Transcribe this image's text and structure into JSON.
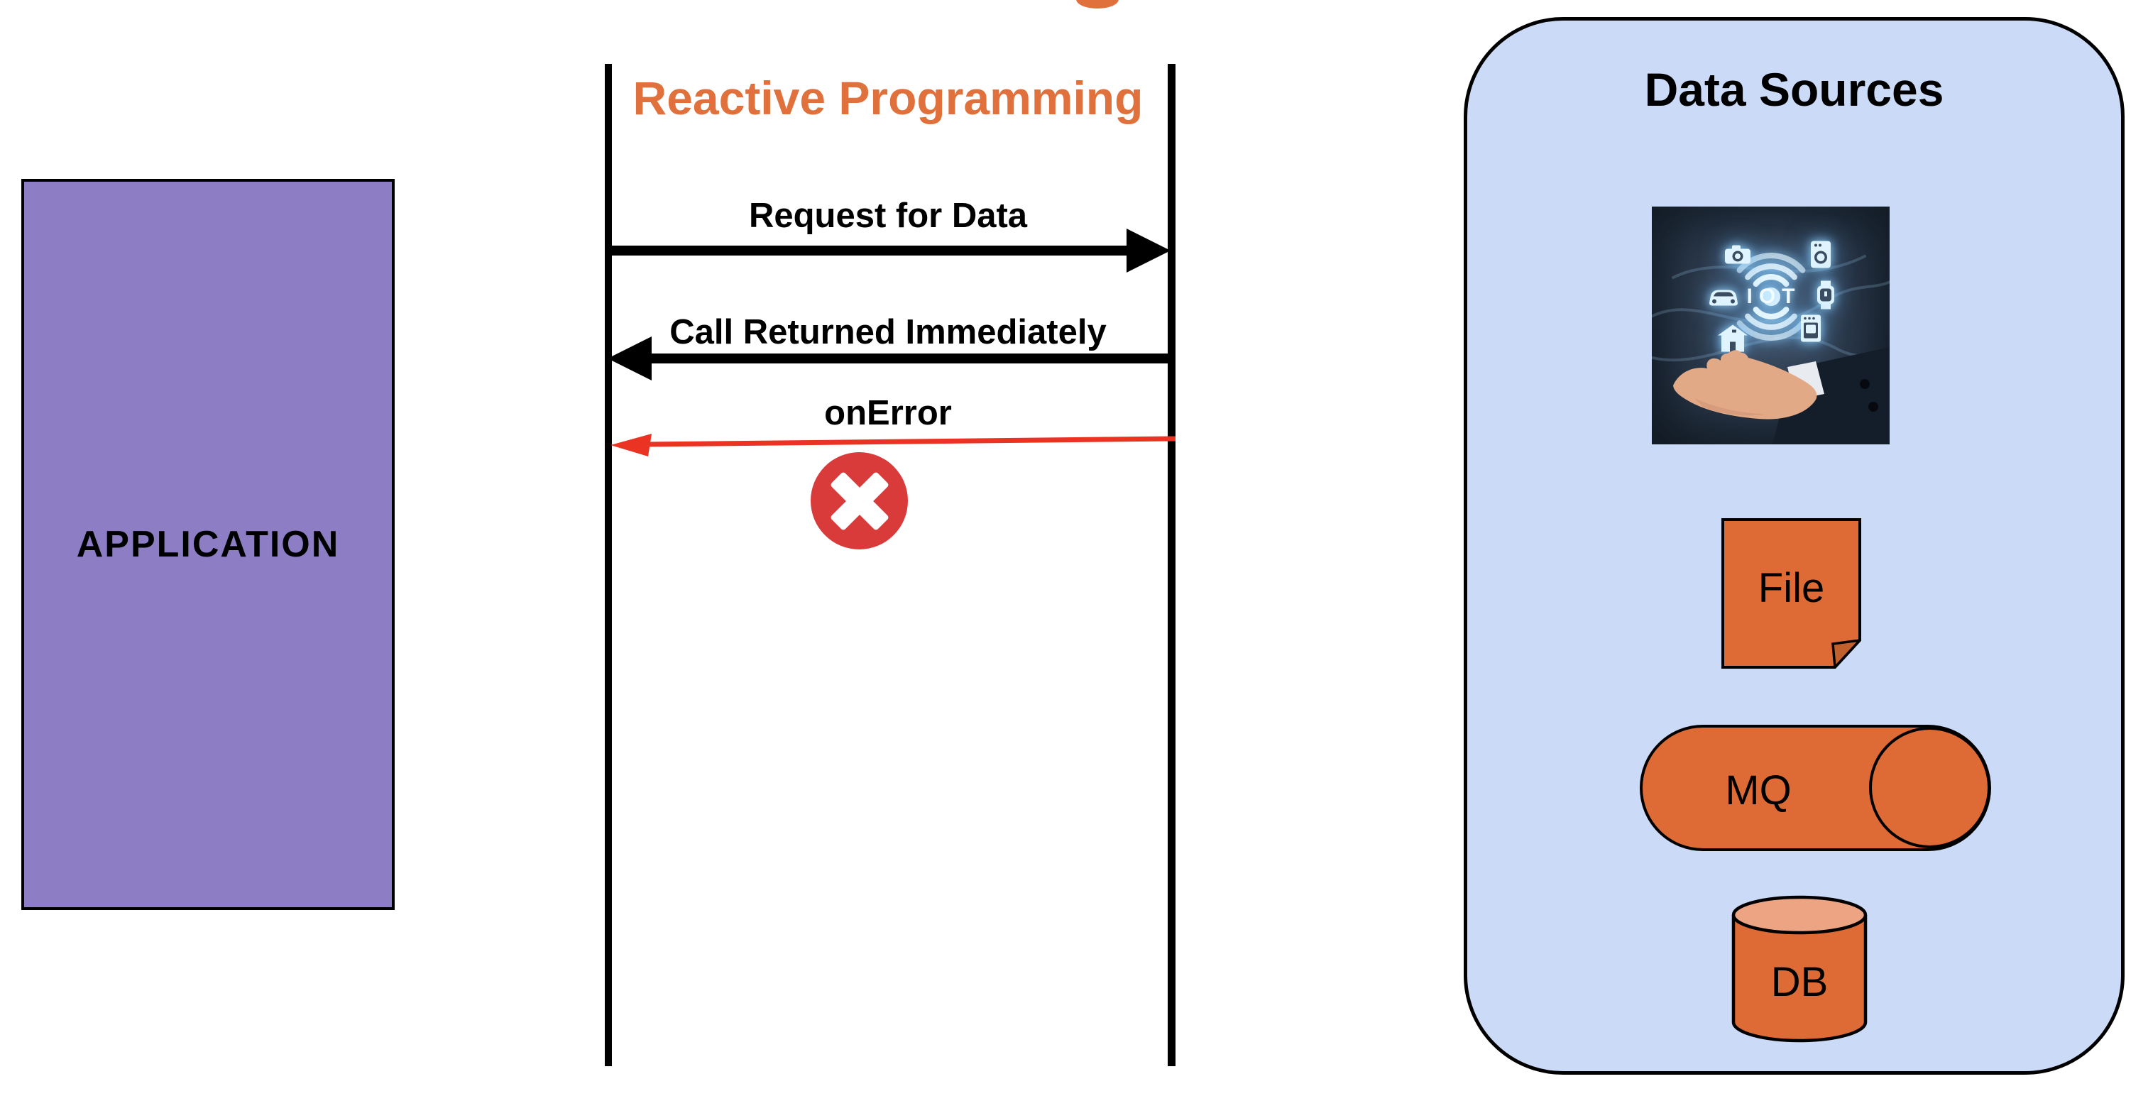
{
  "application": {
    "label": "APPLICATION"
  },
  "sequence": {
    "title": "Reactive Programming",
    "request_label": "Request for Data",
    "return_label": "Call Returned Immediately",
    "error_label": "onError"
  },
  "data_sources": {
    "title": "Data Sources",
    "iot_label": "IOT",
    "file_label": "File",
    "mq_label": "MQ",
    "db_label": "DB"
  },
  "colors": {
    "application_purple": "#8C7DC4",
    "panel_blue": "#CBDAF6",
    "shape_orange": "#DE6B35",
    "cylinder_top_orange": "#ECA483",
    "title_orange": "#E0713C",
    "error_arrow_red": "#EA3323",
    "error_icon_red": "#D93B3B",
    "line_black": "#000000"
  }
}
